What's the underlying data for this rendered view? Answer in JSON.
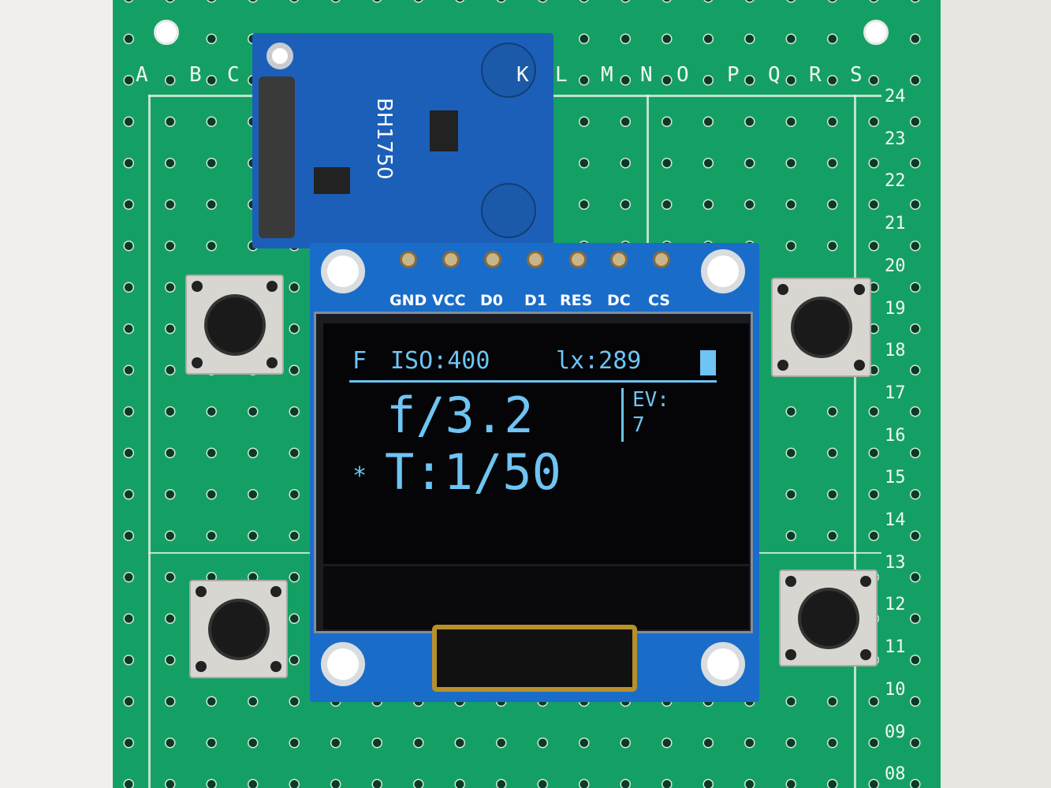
{
  "board": {
    "column_letters": [
      "A",
      "B",
      "C",
      "K",
      "L",
      "M",
      "N",
      "O",
      "P",
      "Q",
      "R",
      "S"
    ],
    "row_numbers": [
      "24",
      "23",
      "22",
      "21",
      "20",
      "19",
      "18",
      "17",
      "16",
      "15",
      "14",
      "13",
      "12",
      "11",
      "10",
      "09",
      "08"
    ]
  },
  "sensor_module": {
    "label": "BH1750"
  },
  "oled_module": {
    "pins": [
      "GND",
      "VCC",
      "D0",
      "D1",
      "RES",
      "DC",
      "CS"
    ]
  },
  "display": {
    "mode": "F",
    "iso": "ISO:400",
    "lux": "lx:289",
    "battery_icon": "battery-full",
    "aperture": "f/3.2",
    "ev_label": "EV:",
    "ev_value": "7",
    "selected_marker": "*",
    "shutter": "T:1/50",
    "text_color": "#6ec4f2"
  },
  "colors": {
    "pcb": "#14a064",
    "module": "#1a6cc9",
    "screen": "#050508"
  }
}
